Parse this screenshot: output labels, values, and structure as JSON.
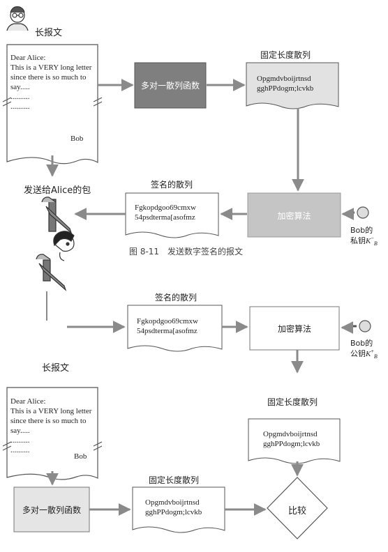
{
  "top": {
    "title": "长报文",
    "letter_lines": [
      "Dear Alice:",
      "This is a VERY long letter",
      "since there is so much to",
      "say.....",
      "..........",
      ".........."
    ],
    "letter_sign": "Bob",
    "hash_fn_label": "多对一散列函数",
    "hash_title": "固定长度散列",
    "hash_lines": [
      "Opgmdvboijrtnsd",
      "gghPPdogm;lcvkb"
    ],
    "encrypt_label": "加密算法",
    "signed_hash_title": "签名的散列",
    "signed_hash_lines": [
      "Fgkopdgoo69cmxw",
      "54psdterma[asofmz"
    ],
    "send_label": "发送给Alice的包",
    "key_label_line1": "Bob的",
    "key_label_line2_prefix": "私钥",
    "key_symbol": "K",
    "key_sup": "−",
    "key_sub": "B"
  },
  "caption": "图 8-11　发送数字签名的报文",
  "bottom": {
    "signed_hash_title": "签名的散列",
    "signed_hash_lines": [
      "Fgkopdgoo69cmxw",
      "54psdterma[asofmz"
    ],
    "encrypt_label": "加密算法",
    "key_label_line1": "Bob的",
    "key_label_line2_prefix": "公钥",
    "key_symbol": "K",
    "key_sup": "+",
    "key_sub": "B",
    "title": "长报文",
    "letter_lines": [
      "Dear Alice:",
      "This is a VERY long letter",
      "since there is so much to",
      "say.....",
      "..........",
      ".........."
    ],
    "letter_sign": "Bob",
    "hash_title_right": "固定长度散列",
    "hash_lines_right": [
      "Opgmdvboijrtnsd",
      "gghPPdogm;lcvkb"
    ],
    "hash_fn_label": "多对一散列函数",
    "hash_title_mid": "固定长度散列",
    "hash_lines_mid": [
      "Opgmdvboijrtnsd",
      "gghPPdogm;lcvkb"
    ],
    "compare_label": "比较"
  }
}
